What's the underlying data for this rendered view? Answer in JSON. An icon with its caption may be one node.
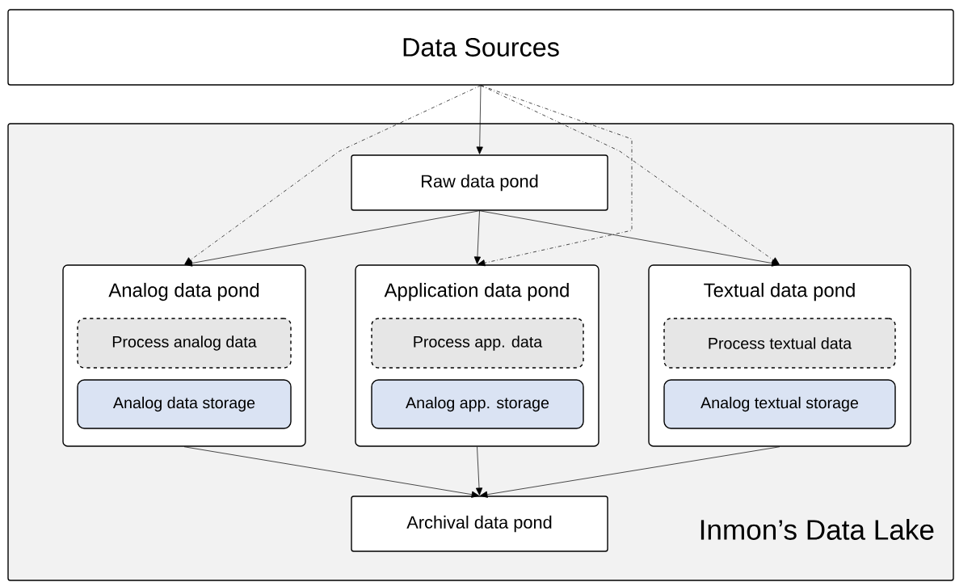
{
  "diagram": {
    "nodes": [
      {
        "text": [
          "Data Sources"
        ]
      },
      {
        "text": [
          "Inmon’s Data Lake"
        ]
      },
      {
        "text": [
          "Raw data pond"
        ],
        "in": 1
      },
      {
        "text": [
          "Analog data pond"
        ],
        "in": 1
      },
      {
        "text": [
          "Process analog data"
        ],
        "in": 3
      },
      {
        "text": [
          "Analog data storage"
        ],
        "in": 3
      },
      {
        "text": [
          "Application data pond"
        ],
        "in": 1
      },
      {
        "text": [
          "Process app. data"
        ],
        "in": 6
      },
      {
        "text": [
          "Analog app. storage"
        ],
        "in": 6
      },
      {
        "text": [
          "Textual data pond"
        ],
        "in": 1
      },
      {
        "text": [
          "Process textual data"
        ],
        "in": 9
      },
      {
        "text": [
          "Analog textual storage"
        ],
        "in": 9
      },
      {
        "text": [
          "Archival data pond"
        ],
        "in": 1
      }
    ],
    "edges": [
      {
        "from": 0,
        "to": 2,
        "arrow": "to"
      },
      {
        "from": 0,
        "to": 3,
        "arrow": "to",
        "style": "dashed"
      },
      {
        "from": 0,
        "to": 6,
        "arrow": "to",
        "style": "dashed"
      },
      {
        "from": 0,
        "to": 9,
        "arrow": "to",
        "style": "dashed"
      },
      {
        "from": 2,
        "to": 3,
        "arrow": "to"
      },
      {
        "from": 2,
        "to": 6,
        "arrow": "to"
      },
      {
        "from": 2,
        "to": 9,
        "arrow": "to"
      },
      {
        "from": 3,
        "to": 12,
        "arrow": "to"
      },
      {
        "from": 6,
        "to": 12,
        "arrow": "to"
      },
      {
        "from": 9,
        "to": 12,
        "arrow": "to"
      }
    ]
  }
}
